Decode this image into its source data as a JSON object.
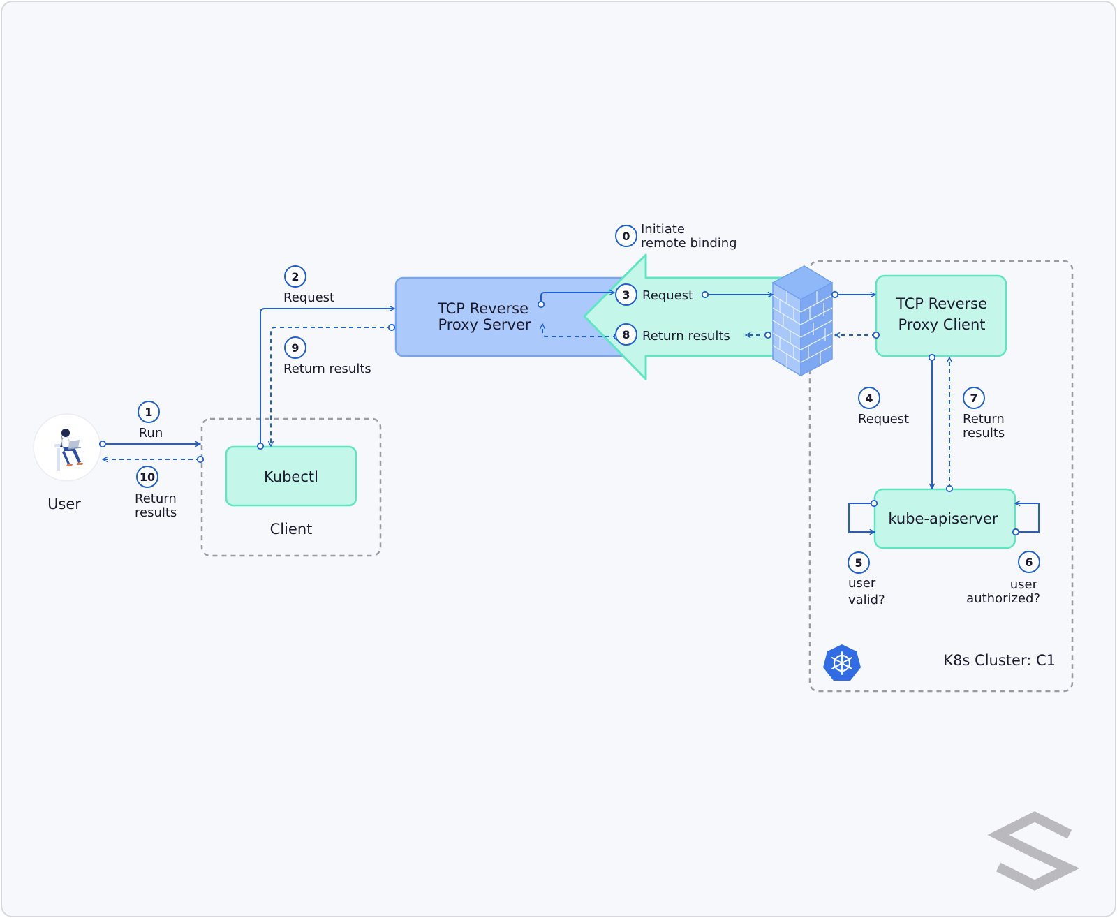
{
  "colors": {
    "background": "#f7f8fb",
    "accent_blue": "#1f5fd1",
    "teal_border": "#5ee6c3",
    "teal_fill": "#c5f6ea",
    "proxy_server_fill": "#abc9fa",
    "proxy_server_border": "#74a6f5"
  },
  "user": {
    "label": "User"
  },
  "client_group": {
    "label": "Client"
  },
  "cluster_group": {
    "label": "K8s Cluster: C1",
    "icon": "kubernetes-helm-icon"
  },
  "boxes": {
    "kubectl": "Kubectl",
    "proxy_server_line1": "TCP Reverse",
    "proxy_server_line2": "Proxy Server",
    "proxy_client_line1": "TCP Reverse",
    "proxy_client_line2": "Proxy Client",
    "apiserver": "kube-apiserver"
  },
  "steps": {
    "s0": {
      "num": "0",
      "line1": "Initiate",
      "line2": "remote binding"
    },
    "s1": {
      "num": "1",
      "line1": "Run"
    },
    "s2": {
      "num": "2",
      "line1": "Request"
    },
    "s3": {
      "num": "3",
      "line1": "Request"
    },
    "s4": {
      "num": "4",
      "line1": "Request"
    },
    "s5": {
      "num": "5",
      "line1": "user",
      "line2": "valid?"
    },
    "s6": {
      "num": "6",
      "line1": "user",
      "line2": "authorized?"
    },
    "s7": {
      "num": "7",
      "line1": "Return",
      "line2": "results"
    },
    "s8": {
      "num": "8",
      "line1": "Return results"
    },
    "s9": {
      "num": "9",
      "line1": "Return results"
    },
    "s10": {
      "num": "10",
      "line1": "Return",
      "line2": "results"
    }
  },
  "firewall_icon": "firewall-icon",
  "logo_icon": "brand-logo-icon"
}
